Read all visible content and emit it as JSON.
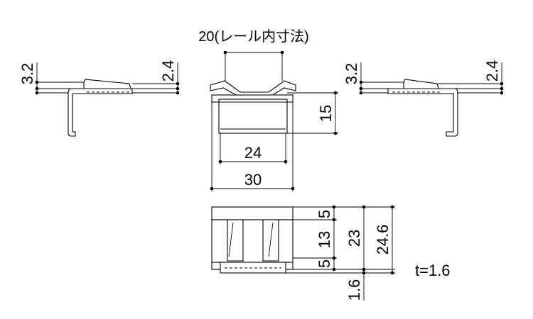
{
  "title": "20(レール内寸法)",
  "left_view": {
    "dim_left": "3.2",
    "dim_right": "2.4"
  },
  "right_view": {
    "dim_left": "3.2",
    "dim_right": "2.4"
  },
  "front_view": {
    "height": "15",
    "inner_width": "24",
    "outer_width": "30"
  },
  "plan_view": {
    "seg_top": "5",
    "seg_mid": "13",
    "seg_bottom": "5",
    "overall": "23",
    "total": "24.6",
    "base": "1.6"
  },
  "thickness": "t=1.6"
}
